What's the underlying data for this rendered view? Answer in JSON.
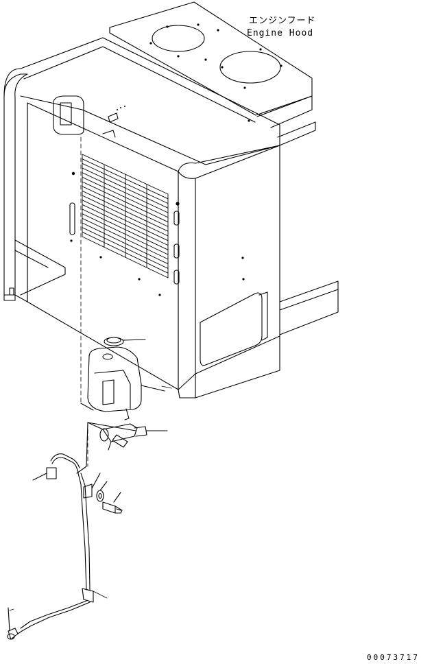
{
  "labels": {
    "hood_jp": "エンジンフード",
    "hood_en": "Engine Hood",
    "drawing_number": "00073717"
  },
  "colors": {
    "ink": "#000000",
    "paper": "#ffffff"
  }
}
